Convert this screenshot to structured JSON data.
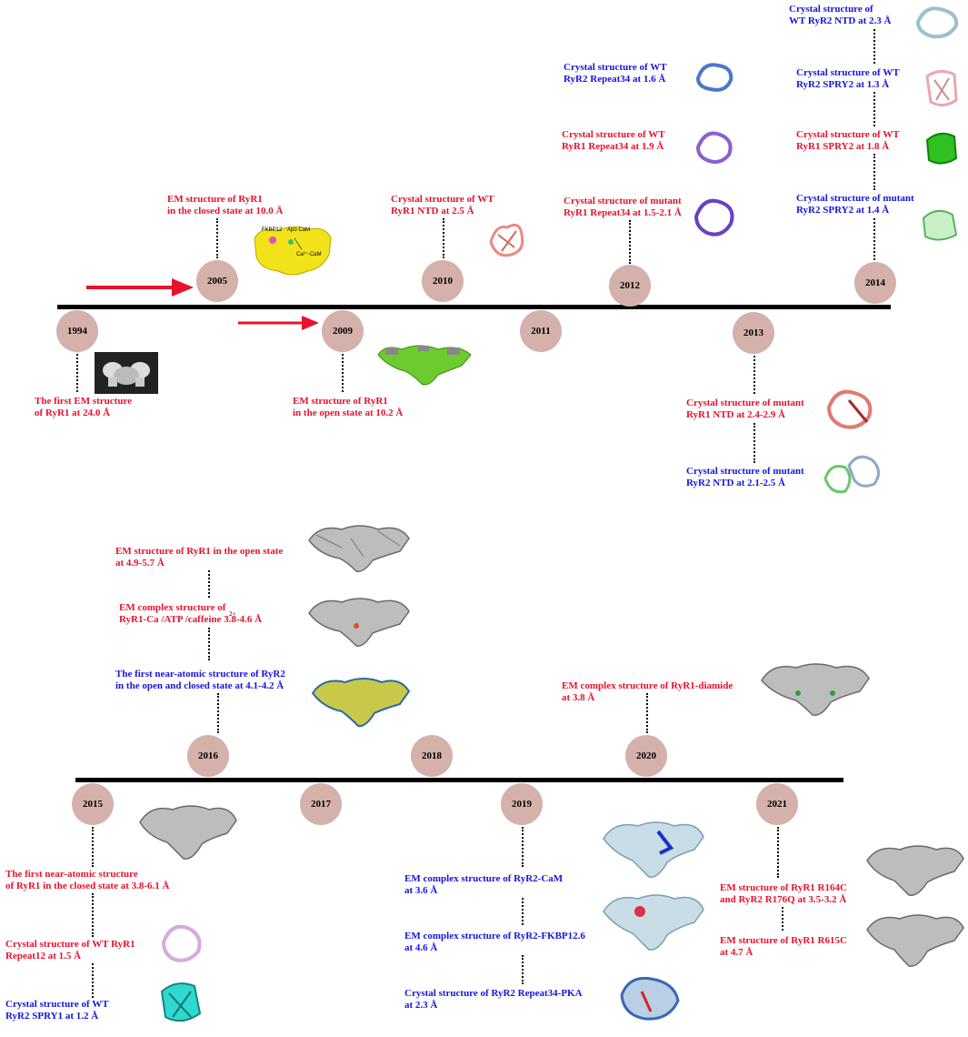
{
  "colors": {
    "red": "#e8122d",
    "blue": "#1515e0",
    "circle": "#d4b1ab",
    "line": "#000000"
  },
  "years": {
    "y1994": "1994",
    "y2005": "2005",
    "y2009": "2009",
    "y2010": "2010",
    "y2011": "2011",
    "y2012": "2012",
    "y2013": "2013",
    "y2014": "2014",
    "y2015": "2015",
    "y2016": "2016",
    "y2017": "2017",
    "y2018": "2018",
    "y2019": "2019",
    "y2020": "2020",
    "y2021": "2021"
  },
  "labels": {
    "l1994_1": "The first EM structure",
    "l1994_2": "of RyR1 at 24.0 Å",
    "l2005_1": "EM structure of RyR1",
    "l2005_2": "in the closed state at 10.0 Å",
    "l2009_1": "EM structure of RyR1",
    "l2009_2": "in the open state at 10.2 Å",
    "l2010_1": "Crystal structure of  WT",
    "l2010_2": "RyR1 NTD at 2.5 Å",
    "l2012a_1": "Crystal structure of WT",
    "l2012a_2": "RyR2 Repeat34 at 1.6 Å",
    "l2012b_1": "Crystal structure of WT",
    "l2012b_2": "RyR1 Repeat34 at 1.9 Å",
    "l2012c_1": "Crystal structure of mutant",
    "l2012c_2": "RyR1 Repeat34 at 1.5-2.1 Å",
    "l2013a_1": "Crystal structure of mutant",
    "l2013a_2": "RyR1 NTD at 2.4-2.9 Å",
    "l2013b_1": "Crystal structure of  mutant",
    "l2013b_2": "RyR2 NTD at 2.1-2.5 Å",
    "l2014a_1": "Crystal structure of",
    "l2014a_2": "WT RyR2 NTD at 2.3 Å",
    "l2014b_1": "Crystal structure of WT",
    "l2014b_2": "RyR2 SPRY2 at 1.3 Å",
    "l2014c_1": "Crystal structure of  WT",
    "l2014c_2": "RyR1 SPRY2  at 1.8 Å",
    "l2014d_1": "Crystal structure of mutant",
    "l2014d_2": "RyR2 SPRY2 at 1.4 Å",
    "l2016a_1": "EM structure of  RyR1 in the open state",
    "l2016a_2": "at 4.9-5.7 Å",
    "l2016b_1": "EM complex structure of",
    "l2016b_2": "RyR1-Ca /ATP /caffeine 3.8-4.6 Å",
    "l2016c_1": "The first near-atomic structure of  RyR2",
    "l2016c_2": "in the open and closed  state at 4.1-4.2 Å",
    "l2020_1": "EM complex structure of RyR1-diamide",
    "l2020_2": "at 3.8 Å",
    "l2015a_1": "The first near-atomic structure",
    "l2015a_2": "of RyR1 in the closed state at 3.8-6.1 Å",
    "l2015b_1": "Crystal structure of WT RyR1",
    "l2015b_2": "Repeat12 at 1.5 Å",
    "l2015c_1": "Crystal structure of  WT",
    "l2015c_2": "RyR2 SPRY1 at 1.2 Å",
    "l2019a_1": "EM complex structure of RyR2-CaM",
    "l2019a_2": "at 3.6 Å",
    "l2019b_1": "EM complex structure of RyR2-FKBP12.6",
    "l2019b_2": "at 4.6 Å",
    "l2019c_1": "Crystal structure of RyR2 Repeat34-PKA",
    "l2019c_2": "at 2.3 Å",
    "l2021a_1": "EM structure of RyR1 R164C",
    "l2021a_2": "and RyR2 R176Q at 3.5-3.2 Å",
    "l2021b_1": "EM structure of RyR1 R615C",
    "l2021b_2": "at 4.7 Å"
  },
  "sup_2plus": "2+",
  "map_labels": {
    "fkbp": "FKBP12",
    "apo": "Apo CaM",
    "ca": "Ca²⁺-CaM"
  }
}
